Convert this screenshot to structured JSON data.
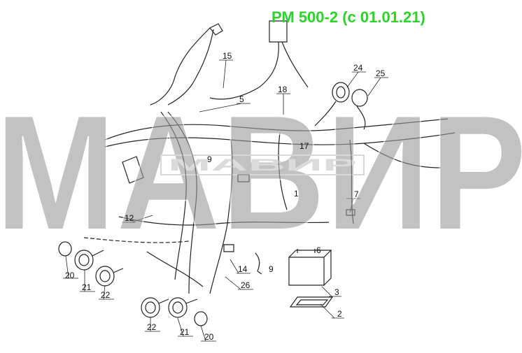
{
  "title": "РМ 500-2 (с 01.01.21)",
  "watermark": {
    "text": "МАВИР",
    "subtext": "МАВИР",
    "color": "#9a9a9a"
  },
  "callouts": [
    {
      "id": "c15",
      "label": "15"
    },
    {
      "id": "c24",
      "label": "24"
    },
    {
      "id": "c25",
      "label": "25"
    },
    {
      "id": "c18",
      "label": "18"
    },
    {
      "id": "c5",
      "label": "5"
    },
    {
      "id": "c17",
      "label": "17"
    },
    {
      "id": "c1",
      "label": "1"
    },
    {
      "id": "c7",
      "label": "7"
    },
    {
      "id": "c12",
      "label": "12"
    },
    {
      "id": "c9a",
      "label": "9"
    },
    {
      "id": "c9b",
      "label": "9"
    },
    {
      "id": "c6",
      "label": "6"
    },
    {
      "id": "c14",
      "label": "14"
    },
    {
      "id": "c26",
      "label": "26"
    },
    {
      "id": "c3",
      "label": "3"
    },
    {
      "id": "c2",
      "label": "2"
    },
    {
      "id": "c20a",
      "label": "20"
    },
    {
      "id": "c21a",
      "label": "21"
    },
    {
      "id": "c22a",
      "label": "22"
    },
    {
      "id": "c22b",
      "label": "22"
    },
    {
      "id": "c21b",
      "label": "21"
    },
    {
      "id": "c20b",
      "label": "20"
    }
  ],
  "colors": {
    "line": "#222222",
    "accent": "#2bd32b"
  }
}
